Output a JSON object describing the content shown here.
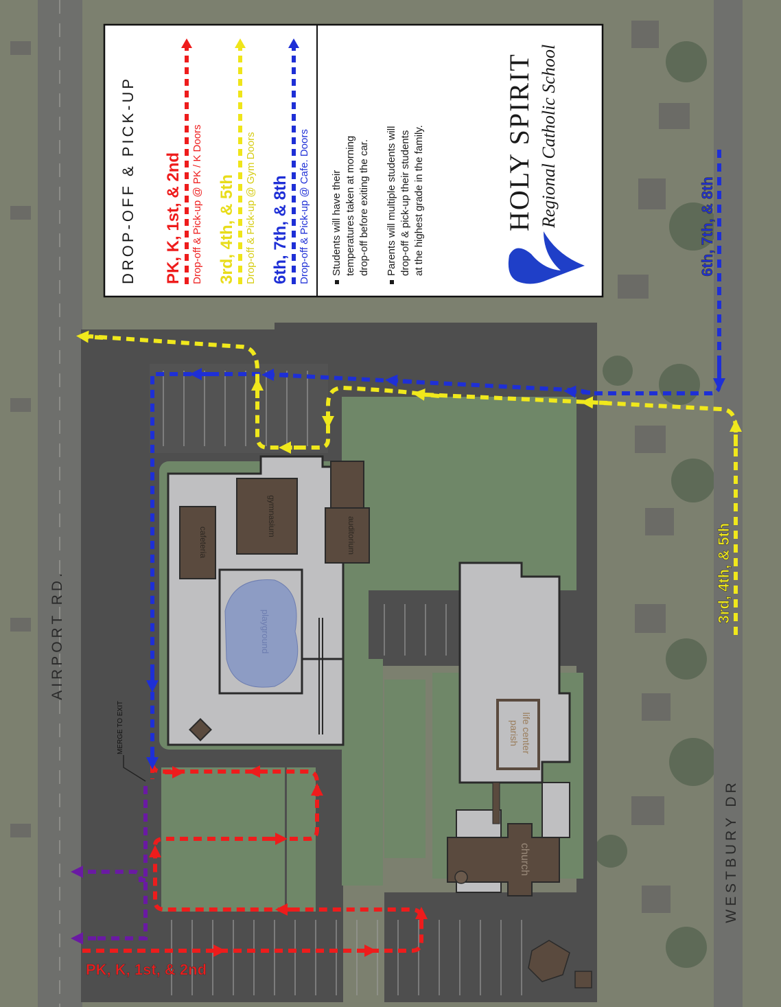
{
  "legend": {
    "title": "DROP-OFF & PICK-UP",
    "groups": [
      {
        "grades": "PK, K, 1st, & 2nd",
        "detail": "Drop-off & Pick-up @ PK / K Doors",
        "color": "#ee1c1c"
      },
      {
        "grades": "3rd, 4th, & 5th",
        "detail": "Drop-off & Pick-up @ Gym Doors",
        "color": "#efe51a"
      },
      {
        "grades": "6th, 7th, & 8th",
        "detail": "Drop-off & Pick-up @ Cafe. Doors",
        "color": "#1e2fd6"
      }
    ],
    "notes": [
      [
        "Students will have their",
        "temperatures taken at morning",
        "drop-off before exiting the car."
      ],
      [
        "Parents will multiple students will",
        "drop-off & pick-up their students",
        "at the highest grade in the family."
      ]
    ],
    "logo": {
      "line1": "HOLY SPIRIT",
      "line2": "Regional Catholic School",
      "icon": "dove-icon"
    }
  },
  "streets": {
    "airport": "AIRPORT RD.",
    "westbury": "WESTBURY DR"
  },
  "map_labels": {
    "merge": "MERGE TO EXIT",
    "route_red": "PK, K, 1st, & 2nd",
    "route_yellow": "3rd, 4th, & 5th",
    "route_blue": "6th, 7th, & 8th"
  },
  "buildings": {
    "cafeteria": "cafeteria",
    "gymnasium": "gymnasium",
    "auditorium": "auditorium",
    "playground": "playground",
    "parish1": "parish",
    "parish2": "life center",
    "church": "church"
  },
  "colors": {
    "red": "#ee1c1c",
    "yellow": "#f0e81c",
    "blue": "#1e2fd6",
    "purple": "#6a1aa3",
    "asphalt": "#4e4e4e",
    "grass": "#6f8768",
    "building": "#bfbfc1",
    "roof": "#5a4a3e"
  }
}
